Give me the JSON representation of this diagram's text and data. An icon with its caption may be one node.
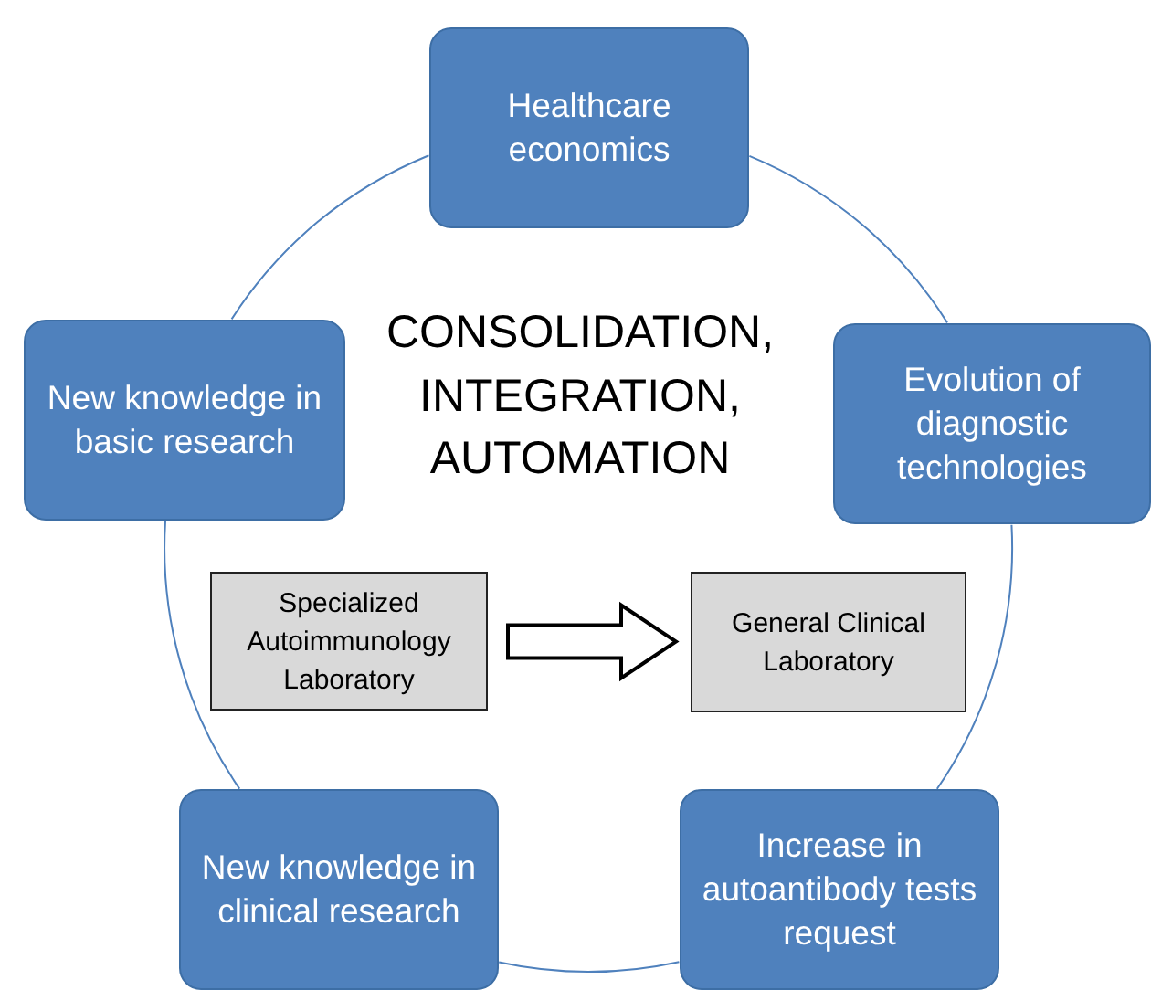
{
  "diagram": {
    "nodes": [
      {
        "text": [
          "Healthcare economics"
        ]
      },
      {
        "text": [
          "Evolution of diagnostic technologies"
        ]
      },
      {
        "text": [
          "Increase in autoantibody tests request"
        ]
      },
      {
        "text": [
          "New knowledge in clinical research"
        ]
      },
      {
        "text": [
          "New knowledge in basic research"
        ]
      },
      {
        "text": [
          "Specialized Autoimmunology Laboratory"
        ]
      },
      {
        "text": [
          "General Clinical Laboratory"
        ]
      }
    ],
    "edges": [
      {
        "from": 0,
        "to": 1,
        "arrow": "none"
      },
      {
        "from": 1,
        "to": 2,
        "arrow": "none"
      },
      {
        "from": 2,
        "to": 3,
        "arrow": "none"
      },
      {
        "from": 3,
        "to": 4,
        "arrow": "none"
      },
      {
        "from": 4,
        "to": 0,
        "arrow": "none"
      },
      {
        "from": 5,
        "to": 6,
        "arrow": "to",
        "style": "thick"
      }
    ],
    "labels": [
      "CONSOLIDATION, INTEGRATION, AUTOMATION"
    ]
  }
}
